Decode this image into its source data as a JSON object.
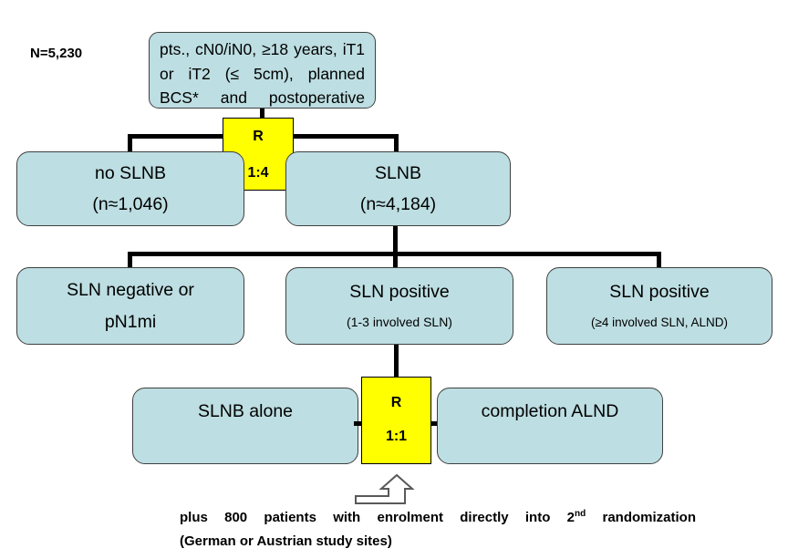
{
  "diagram": {
    "n_label": "N=5,230",
    "eligibility": {
      "lines": [
        "pts., cN0/iN0, ≥18 years, iT1",
        "or iT2 (≤ 5cm), planned",
        "BCS* and postoperative"
      ]
    },
    "randomization1": {
      "label": "R",
      "ratio": "1:4"
    },
    "arm_no_slnb": {
      "title": "no SLNB",
      "subtitle": "(n≈1,046)"
    },
    "arm_slnb": {
      "title": "SLNB",
      "subtitle": "(n≈4,184)"
    },
    "outcome_negative": {
      "line1": "SLN negative or",
      "line2": "pN1mi"
    },
    "outcome_positive_1_3": {
      "title": "SLN positive",
      "subtitle": "(1-3 involved SLN)"
    },
    "outcome_positive_4plus": {
      "title": "SLN positive",
      "subtitle": "(≥4 involved SLN, ALND)"
    },
    "randomization2": {
      "label": "R",
      "ratio": "1:1"
    },
    "arm_slnb_alone": {
      "title": "SLNB alone"
    },
    "arm_completion_alnd": {
      "title": "completion ALND"
    },
    "footnote": {
      "line1_pre": "plus 800 patients with enrolment directly into 2",
      "line1_sup": "nd",
      "line1_post": " randomization",
      "line2": "(German or Austrian study sites)"
    }
  },
  "colors": {
    "box_fill": "#bddee2",
    "box_border": "#404040",
    "randomizer_fill": "#ffff00",
    "connector": "#000000",
    "arrow_outline": "#595959",
    "text": "#000000"
  }
}
